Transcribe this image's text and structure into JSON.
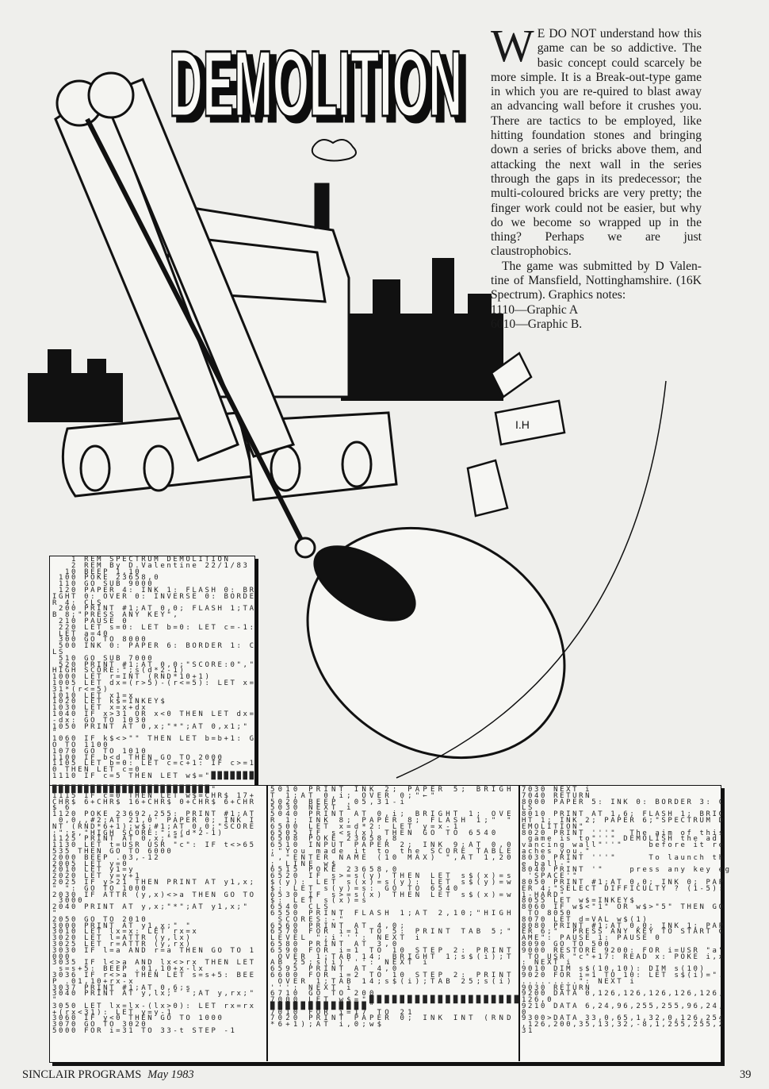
{
  "title": "DEMOLITION",
  "article": {
    "dropcap": "W",
    "intro": "E DO NOT understand how this game can be so addictive. The basic concept could scarcely be more simple. It is a Break-out-type game in which you are re-quired to blast away an advancing wall before it crushes you. There are tactics to be employed, like hitting foundation stones and bringing down a series of bricks above them, and attacking the next wall in the series through the gaps in its predecessor; the multi-coloured bricks are very pretty; the finger work could not be easier, but why do we become so wrapped up in the thing? Perhaps we are just claustrophobics.",
    "credit": "The game was submitted by D Valen-tine of Mansfield, Nottinghamshire. (16K Spectrum). Graphics notes:",
    "note1": "1110—Graphic A",
    "note2": "6010—Graphic B."
  },
  "illustration": {
    "sign_text": "I.H"
  },
  "listing": {
    "col1_top": "   1 REM SPECTRUM DEMOLITION\n   2 REM By D.Valentine 22/1/83\n  10 BEEP 1,10\n 100 POKE 23658,0\n 110 GO SUB 9000\n 120 PAPER 4: INK 1: FLASH 0: BR\nIGHT 0: OVER 0: INVERSE 0: BORDE\nR 4: CLS\n 200 PRINT #1;AT 0,0; FLASH 1;TA\nB 8;\"PRESS ANY KEY\",\n 210 PAUSE 0\n 220 LET s=0: LET b=0: LET c=-1:\n LET a=40\n 300 GO TO 8000\n 500 INK 0: PAPER 6: BORDER 1: C\nLS\n 510 GO SUB 7000\n 520 PRINT #1;AT 0,0;\"SCORE:0\",\"\nHIGH SCORE:\";s(d*2-1)\n1000 LET r=INT (RND*10+1)\n1005 LET dx=(r>5)-(r<=5): LET x=\n31*(r<=5)\n1010 LET x1=x\n1020 LET k$=INKEY$\n1030 LET x=x+dx\n1040 IF x>31 OR x<0 THEN LET dx=\n-dx: GO TO 1030\n1050 PRINT AT 0,x;\"*\";AT 0,x1;\"\n\"\n1060 IF k$<>\"\" THEN LET b=b+1: G\nO TO 1100\n1070 GO TO 1010\n1100 IF b<d THEN GO TO 2000\n1105 LET b=0: LET c=c+1: IF c>=1\n0 THEN LET c=0\n1110 IF c=5 THEN LET w$=\"███████",
    "col1_bottom": "█████████████████████████\"\n1115 IF c=0 THEN LET w$=CHR$ 17+\nCHR$ 6+CHR$ 16+CHR$ 0+CHR$ 6+CHR\n$ 6\n1120 POKE 23692,255: PRINT #1;AT\n 0,0,,#2;AT 21,0' PAPER 0; INK I\nNT (RND*6+1);w$;#1;AT 0,0;\"SCORE\n:\";s,\"HIGH SCORE:\";s(d*2-1)\n1125 PRINT AT 0,x;\"*\"\n1130 LET t=USR USR \"c\": IF t<>65\n535 THEN GO TO 6000\n2000 BEEP .03,-12\n2005 LET y=0\n2010 LET y1=y\n2020 LET y=y+1\n2025 IF y>21 THEN PRINT AT y1,x;\n\" \": GO TO 1000\n2030 IF ATTR (y,x)<>a THEN GO TO\n 3000\n2040 PRINT AT y,x;\"*\";AT y1,x;\"\n\"\n2050 GO TO 2010\n3000 PRINT AT y1,x;\" \"\n3010 LET lx=x: LET rx=x\n3020 LET l=ATTR (y,lx)\n3025 LET r=ATTR (y,rx)\n3030 IF l=a AND r=a THEN GO TO 1\n000\n3035 IF l<>a AND lx<>rx THEN LET\n s=s+5: BEEP .01,10+x-lx\n3036 IF r<>a THEN LET s=s+5: BEE\nP .01,10+rx-x\n3037 PRINT #1;AT 0,6;s\n3040 PRINT AT y,lx;\" \";AT y,rx;\"\n\"\n3050 LET lx=lx-(lx>0): LET rx=rx\n+(rx<31): LET y=y-1\n3060 IF y<0 THEN GO TO 1000\n3070 GO TO 3020\n5000 FOR i=31 TO 33-t STEP -1",
    "col2": "5010 PRINT INK 2; PAPER 5; BRIGH\nT 1;AT 0,i; OVER 0;\"←\"\n5020 BEEP .05,31-i\n5030 NEXT i\n5040 PRINT AT 0,i; BRIGHT 1; OVE\nR 1; INK 8; PAPER 8; FLASH 1;\" \"\n6500 LET x=d*2: LET y=x-1\n6505 IF s<s(x) THEN GO TO 6540\n6508 POKE 23658,8\n6510 INPUT PAPER 2; INK 9;AT 0,0\n;\"You made it to the SCORE TABLE\n\",\"ENTER NAME (10 MAX) \",AT 1,20\n; LINE w$\n6515 POKE 23658,0\n6520 IF s>=s(y) THEN LET s$(x)=s\n$(y): LET s(x)=s(y): LET s$(y)=w\n$: LET s(y)=s: GO TO 6540\n6530 IF s>=s(x) THEN LET s$(x)=w\n$: LET s(x)=s\n6540 CLS\n6550 PRINT FLASH 1;AT 2,10;\"HIGH\n SCORES:-\"\n6560 PRINT AT 4,0;\n6570 FOR i=1 TO 5: PRINT TAB 5;\"\nLEVEL \";i''': NEXT i\n6580 PRINT AT 3,0\n6590 FOR i=1 TO 10 STEP 2: PRINT\n OVER 1;TAB 14; BRIGHT 1;s$(i);T\nAB 25;s(i)''': NEXT i\n6595 PRINT AT 4,0\n6600 FOR i=2 TO 10 STEP 2: PRINT\n OVER 1;TAB 14;s$(i);TAB 25;s(i)\n''': NEXT i\n6710 GO TO 200\n7000 LET w$=\"████████████████████\n█████████████\"\n7010 FOR i=17 TO 21\n7020 PRINT PAPER 0; INK INT (RND\n*6+1);AT i,0;w$",
    "col3": "7030 NEXT i\n7040 RETURN\n8000 PAPER 5: INK 0: BORDER 3: C\nLS\n8010 PRINT AT 1,6; FLASH 1; BRIG\nHT 1; INK 2; PAPER 6;\"SPECTRUM D\nEMOLITION\"\n8020 PRINT '''\"  The aim of this\n game is to\"''\" DEMOLISH the ad\nvancing wall\"''\"    before it re\naches you.\"\n8030 PRINT '''\"     To launch th\ne ball-\"\n8040 PRINT '\"    press any key eg\n 'SPACE'\"\n8050 PRINT #1;AT 0,0; INK 0; PAP\nER 4;\"SELECT DIFFICULTY ? (1-5):\n1-HARD\"\n8055 LET w$=INKEY$\n8060 IF w$<\"1\" OR w$>\"5\" THEN GO\n TO 8050\n8070 LET d=VAL w$(1)\n8080 PRINT #1;AT 0,0; INK 1; PAP\nER 6;\"  PRESS ANY KEY TO START G\nAME\": PAUSE 1: PAUSE 0\n8090 GO TO 500\n9000 RESTORE 9200: FOR i=USR \"a\"\n TO USR \"c\"+17: READ x: POKE i,x\n: NEXT i\n9010 DIM s$(10,10): DIM s(10)\n9020 FOR i=1 TO 10: LET s$(i)=\".\n.........\": NEXT i\n9030 RETURN\n9200 DATA 0,126,126,126,126,126,\n126,0\n9210 DATA 6,24,96,255,255,96,24,\n0\n9300>DATA 33,0,65,1,32,0,126,254\n,126,200,35,13,32,-8,1,255,255,2\n31"
  },
  "footer": {
    "publication": "SINCLAIR PROGRAMS",
    "issue": "May 1983",
    "page_number": "39"
  }
}
